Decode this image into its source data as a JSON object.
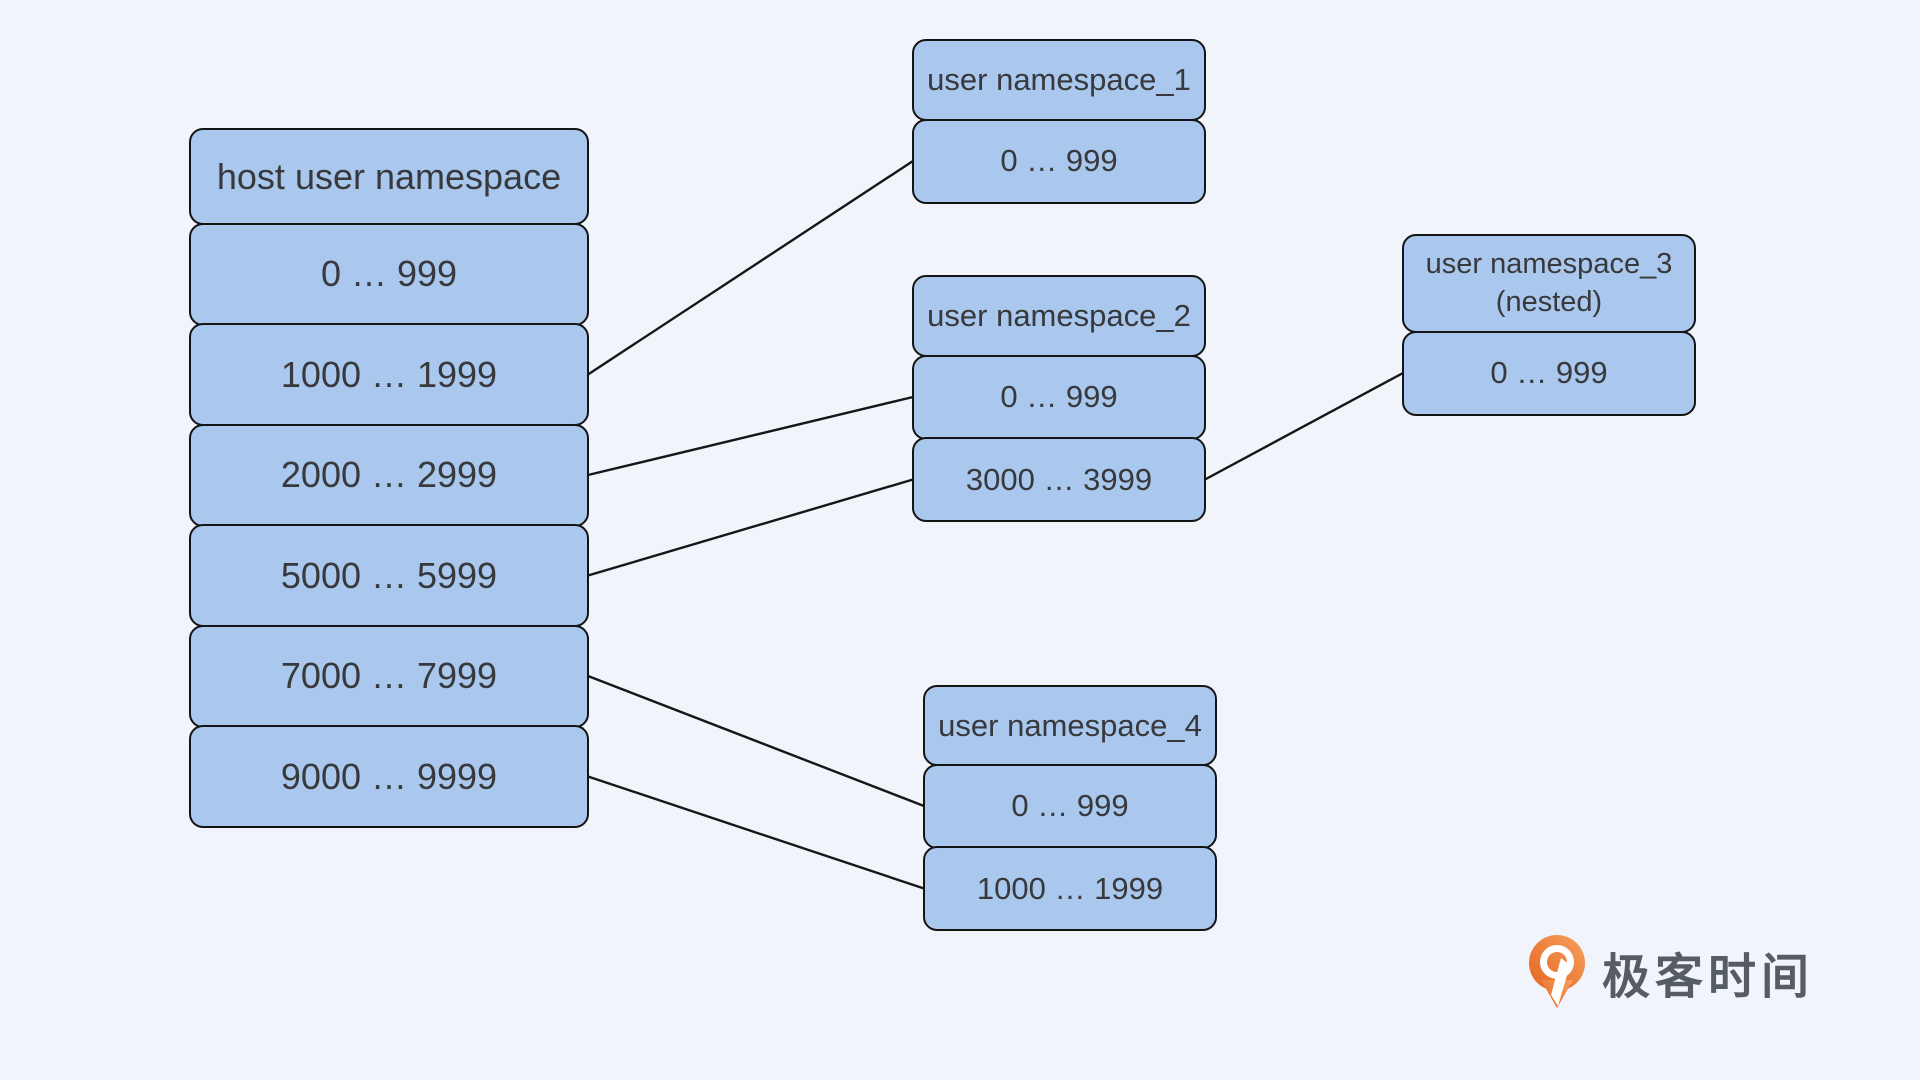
{
  "colors": {
    "bg": "#f1f4fa",
    "box_fill": "#aac7ed",
    "box_border": "#141414",
    "box_text": "#38393c",
    "line_color": "#161616",
    "logo_orange_dark": "#e4651f",
    "logo_orange_light": "#f6a05f",
    "logo_text_color": "#565c64"
  },
  "diagram": {
    "nodes": {
      "host": {
        "title": "host user namespace",
        "rows": [
          "0 … 999",
          "1000 … 1999",
          "2000 … 2999",
          "5000 … 5999",
          "7000 … 7999",
          "9000 … 9999"
        ]
      },
      "ns1": {
        "title": "user namespace_1",
        "rows": [
          "0 … 999"
        ]
      },
      "ns2": {
        "title": "user namespace_2",
        "rows": [
          "0 … 999",
          "3000 … 3999"
        ]
      },
      "ns3": {
        "title": "user namespace_3",
        "subtitle": "(nested)",
        "rows": [
          "0 … 999"
        ]
      },
      "ns4": {
        "title": "user namespace_4",
        "rows": [
          "0 … 999",
          "1000 … 1999"
        ]
      }
    },
    "connections": [
      {
        "from": "host-r1",
        "to": "ns1-r0"
      },
      {
        "from": "host-r2",
        "to": "ns2-r0"
      },
      {
        "from": "host-r3",
        "to": "ns2-r1"
      },
      {
        "from": "ns2-r1",
        "to": "ns3-r0"
      },
      {
        "from": "host-r4",
        "to": "ns4-r0"
      },
      {
        "from": "host-r5",
        "to": "ns4-r1"
      }
    ]
  },
  "logo": {
    "brand_text": "极客时间",
    "icon": "geektime-pin-icon"
  }
}
